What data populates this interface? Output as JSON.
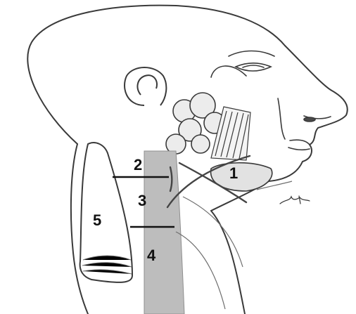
{
  "diagram": {
    "levels": [
      {
        "id": "1",
        "label": "1"
      },
      {
        "id": "2",
        "label": "2"
      },
      {
        "id": "3",
        "label": "3"
      },
      {
        "id": "4",
        "label": "4"
      },
      {
        "id": "5",
        "label": "5"
      }
    ]
  },
  "colors": {
    "outline": "#3a3a3a",
    "shading": "#bdbdbd",
    "dark_shading": "#8f8f8f",
    "text": "#111111"
  }
}
